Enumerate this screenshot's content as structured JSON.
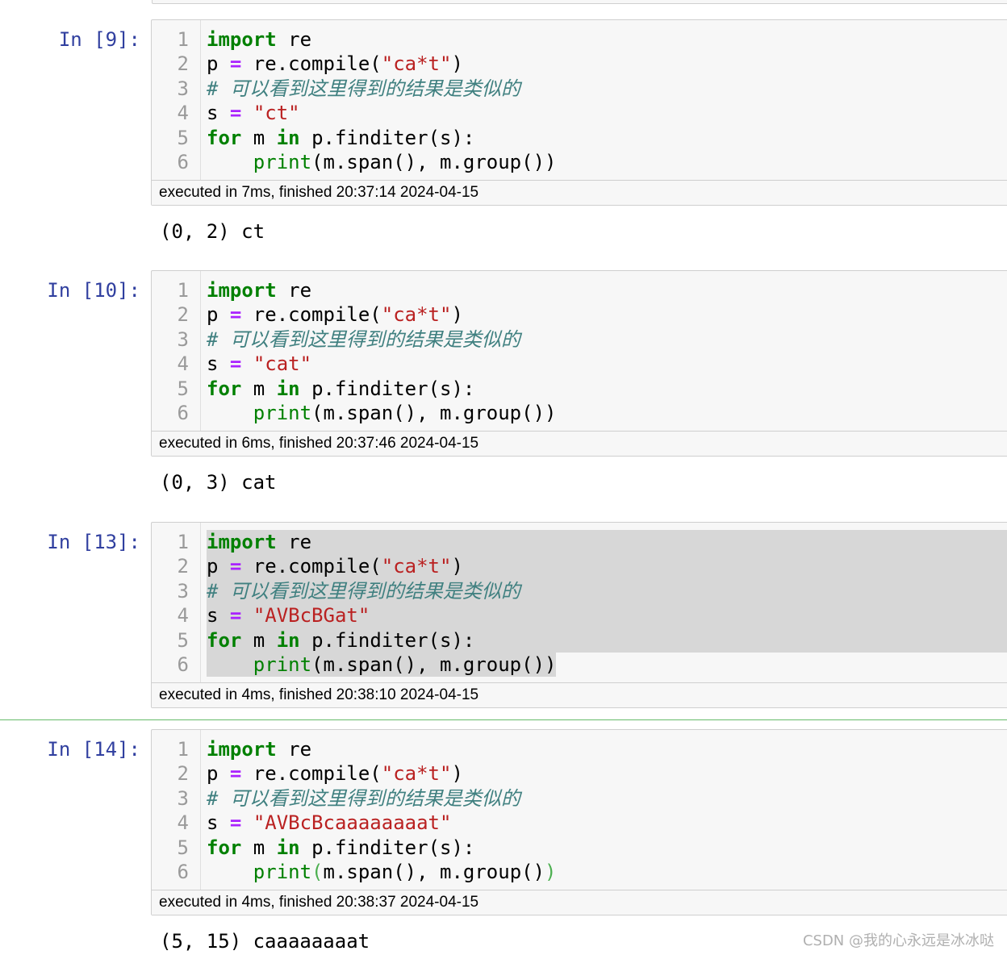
{
  "cells": [
    {
      "prompt": "In [9]:",
      "lines": [
        {
          "num": "1",
          "tokens": [
            {
              "t": "import",
              "c": "kw"
            },
            {
              "t": " re",
              "c": ""
            }
          ]
        },
        {
          "num": "2",
          "tokens": [
            {
              "t": "p ",
              "c": ""
            },
            {
              "t": "=",
              "c": "op"
            },
            {
              "t": " re.compile(",
              "c": ""
            },
            {
              "t": "\"ca*t\"",
              "c": "str"
            },
            {
              "t": ")",
              "c": ""
            }
          ]
        },
        {
          "num": "3",
          "tokens": [
            {
              "t": "# 可以看到这里得到的结果是类似的",
              "c": "cm"
            }
          ]
        },
        {
          "num": "4",
          "tokens": [
            {
              "t": "s ",
              "c": ""
            },
            {
              "t": "=",
              "c": "op"
            },
            {
              "t": " ",
              "c": ""
            },
            {
              "t": "\"ct\"",
              "c": "str"
            }
          ]
        },
        {
          "num": "5",
          "tokens": [
            {
              "t": "for",
              "c": "kw"
            },
            {
              "t": " m ",
              "c": ""
            },
            {
              "t": "in",
              "c": "kw"
            },
            {
              "t": " p.finditer(s):",
              "c": ""
            }
          ]
        },
        {
          "num": "6",
          "tokens": [
            {
              "t": "    ",
              "c": ""
            },
            {
              "t": "print",
              "c": "bi"
            },
            {
              "t": "(m.span(), m.group())",
              "c": ""
            }
          ]
        }
      ],
      "timing": "executed in 7ms, finished 20:37:14 2024-04-15",
      "output": "(0, 2) ct"
    },
    {
      "prompt": "In [10]:",
      "lines": [
        {
          "num": "1",
          "tokens": [
            {
              "t": "import",
              "c": "kw"
            },
            {
              "t": " re",
              "c": ""
            }
          ]
        },
        {
          "num": "2",
          "tokens": [
            {
              "t": "p ",
              "c": ""
            },
            {
              "t": "=",
              "c": "op"
            },
            {
              "t": " re.compile(",
              "c": ""
            },
            {
              "t": "\"ca*t\"",
              "c": "str"
            },
            {
              "t": ")",
              "c": ""
            }
          ]
        },
        {
          "num": "3",
          "tokens": [
            {
              "t": "# 可以看到这里得到的结果是类似的",
              "c": "cm"
            }
          ]
        },
        {
          "num": "4",
          "tokens": [
            {
              "t": "s ",
              "c": ""
            },
            {
              "t": "=",
              "c": "op"
            },
            {
              "t": " ",
              "c": ""
            },
            {
              "t": "\"cat\"",
              "c": "str"
            }
          ]
        },
        {
          "num": "5",
          "tokens": [
            {
              "t": "for",
              "c": "kw"
            },
            {
              "t": " m ",
              "c": ""
            },
            {
              "t": "in",
              "c": "kw"
            },
            {
              "t": " p.finditer(s):",
              "c": ""
            }
          ]
        },
        {
          "num": "6",
          "tokens": [
            {
              "t": "    ",
              "c": ""
            },
            {
              "t": "print",
              "c": "bi"
            },
            {
              "t": "(m.span(), m.group())",
              "c": ""
            }
          ]
        }
      ],
      "timing": "executed in 6ms, finished 20:37:46 2024-04-15",
      "output": "(0, 3) cat"
    },
    {
      "prompt": "In [13]:",
      "highlighted": true,
      "lines": [
        {
          "num": "1",
          "tokens": [
            {
              "t": "import",
              "c": "kw"
            },
            {
              "t": " re",
              "c": ""
            }
          ]
        },
        {
          "num": "2",
          "tokens": [
            {
              "t": "p ",
              "c": ""
            },
            {
              "t": "=",
              "c": "op"
            },
            {
              "t": " re.compile(",
              "c": ""
            },
            {
              "t": "\"ca*t\"",
              "c": "str"
            },
            {
              "t": ")",
              "c": ""
            }
          ]
        },
        {
          "num": "3",
          "tokens": [
            {
              "t": "# 可以看到这里得到的结果是类似的",
              "c": "cm"
            }
          ]
        },
        {
          "num": "4",
          "tokens": [
            {
              "t": "s ",
              "c": ""
            },
            {
              "t": "=",
              "c": "op"
            },
            {
              "t": " ",
              "c": ""
            },
            {
              "t": "\"AVBcBGat\"",
              "c": "str"
            }
          ]
        },
        {
          "num": "5",
          "tokens": [
            {
              "t": "for",
              "c": "kw"
            },
            {
              "t": " m ",
              "c": ""
            },
            {
              "t": "in",
              "c": "kw"
            },
            {
              "t": " p.finditer(s):",
              "c": ""
            }
          ]
        },
        {
          "num": "6",
          "tokens": [
            {
              "t": "    ",
              "c": ""
            },
            {
              "t": "print",
              "c": "bi"
            },
            {
              "t": "(m.span(), m.group())",
              "c": ""
            }
          ]
        }
      ],
      "timing": "executed in 4ms, finished 20:38:10 2024-04-15",
      "output": ""
    },
    {
      "prompt": "In [14]:",
      "lines": [
        {
          "num": "1",
          "tokens": [
            {
              "t": "import",
              "c": "kw"
            },
            {
              "t": " re",
              "c": ""
            }
          ]
        },
        {
          "num": "2",
          "tokens": [
            {
              "t": "p ",
              "c": ""
            },
            {
              "t": "=",
              "c": "op"
            },
            {
              "t": " re.compile(",
              "c": ""
            },
            {
              "t": "\"ca*t\"",
              "c": "str"
            },
            {
              "t": ")",
              "c": ""
            }
          ]
        },
        {
          "num": "3",
          "tokens": [
            {
              "t": "# 可以看到这里得到的结果是类似的",
              "c": "cm"
            }
          ]
        },
        {
          "num": "4",
          "tokens": [
            {
              "t": "s ",
              "c": ""
            },
            {
              "t": "=",
              "c": "op"
            },
            {
              "t": " ",
              "c": ""
            },
            {
              "t": "\"AVBcBcaaaaaaaat\"",
              "c": "str"
            }
          ]
        },
        {
          "num": "5",
          "tokens": [
            {
              "t": "for",
              "c": "kw"
            },
            {
              "t": " m ",
              "c": ""
            },
            {
              "t": "in",
              "c": "kw"
            },
            {
              "t": " p.finditer(s):",
              "c": ""
            }
          ]
        },
        {
          "num": "6",
          "tokens": [
            {
              "t": "    ",
              "c": ""
            },
            {
              "t": "print",
              "c": "bi"
            },
            {
              "t": "(",
              "c": "bracket-match"
            },
            {
              "t": "m.span(), m.group()",
              "c": ""
            },
            {
              "t": ")",
              "c": "bracket-match"
            }
          ]
        }
      ],
      "timing": "executed in 4ms, finished 20:38:37 2024-04-15",
      "output": "(5, 15) caaaaaaaat"
    }
  ],
  "watermark": "CSDN @我的心永远是冰冰哒",
  "colors": {
    "keyword": "#008000",
    "operator": "#aa22ff",
    "string": "#ba2121",
    "comment": "#408080",
    "prompt": "#303f9f",
    "selected_border": "#66bb6a"
  }
}
